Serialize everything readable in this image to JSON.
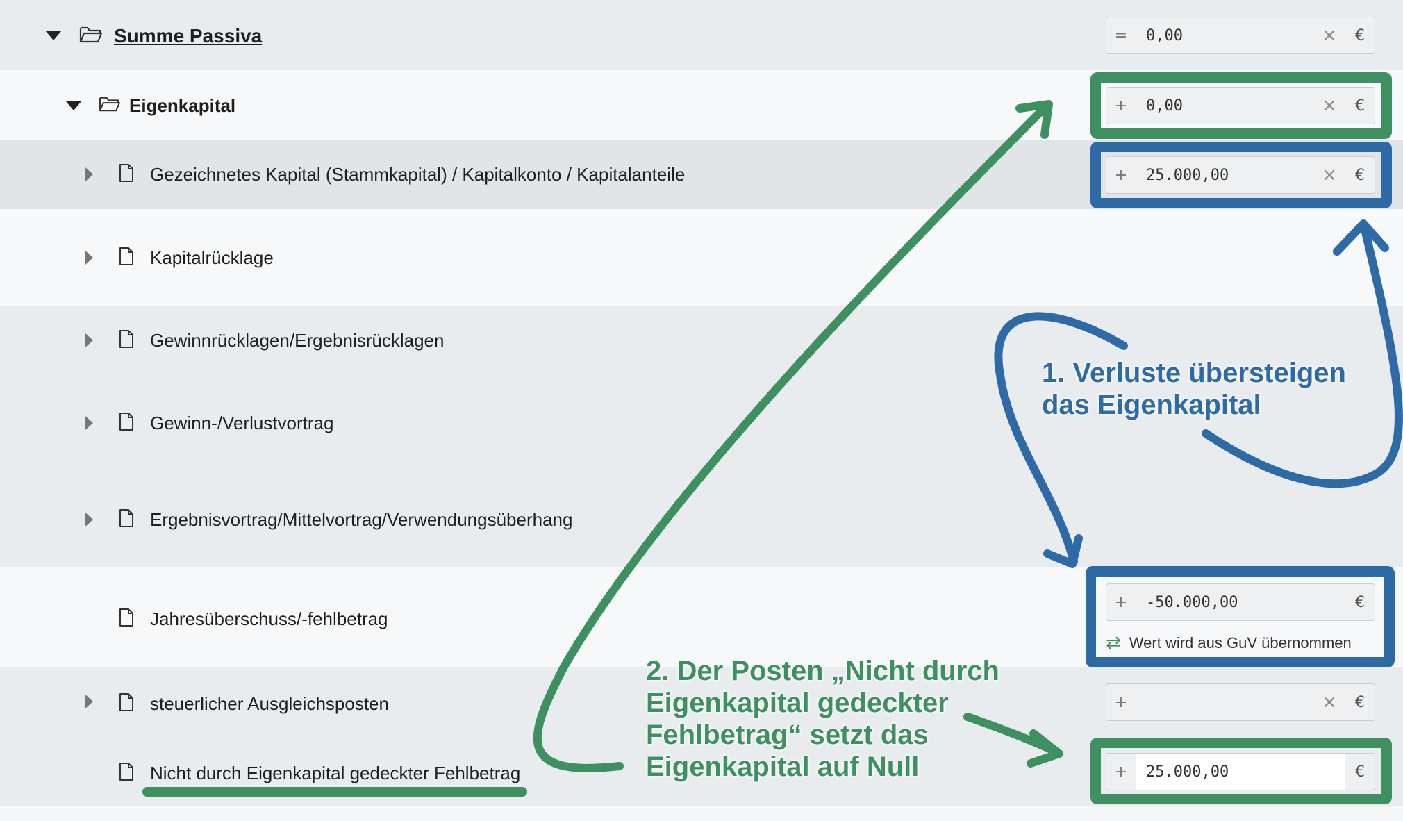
{
  "colors": {
    "green": "#3e9060",
    "blue": "#2e6aa6"
  },
  "tree": {
    "root": {
      "label": "Summe Passiva",
      "operator": "=",
      "value": "0,00",
      "currency": "€"
    },
    "eigenkapital": {
      "label": "Eigenkapital",
      "operator": "+",
      "value": "0,00",
      "currency": "€"
    },
    "items": [
      {
        "label": "Gezeichnetes Kapital (Stammkapital) / Kapitalkonto / Kapitalanteile",
        "operator": "+",
        "value": "25.000,00",
        "currency": "€"
      },
      {
        "label": "Kapitalrücklage"
      },
      {
        "label": "Gewinnrücklagen/Ergebnisrücklagen"
      },
      {
        "label": "Gewinn-/Verlustvortrag"
      },
      {
        "label": "Ergebnisvortrag/Mittelvortrag/Verwendungsüberhang"
      },
      {
        "label": "Jahresüberschuss/-fehlbetrag",
        "operator": "+",
        "value": "-50.000,00",
        "currency": "€",
        "hint": "Wert wird aus GuV übernommen"
      },
      {
        "label": "steuerlicher Ausgleichsposten",
        "operator": "+",
        "value": "",
        "currency": "€"
      },
      {
        "label": "Nicht durch Eigenkapital gedeckter Fehlbetrag",
        "operator": "+",
        "value": "25.000,00",
        "currency": "€"
      }
    ]
  },
  "annotations": {
    "note1": [
      "1. Verluste übersteigen",
      "das Eigenkapital"
    ],
    "note2": [
      "2. Der Posten „Nicht durch",
      "Eigenkapital gedeckter",
      "Fehlbetrag“ setzt das",
      "Eigenkapital auf Null"
    ]
  },
  "icons": {
    "clear": "×",
    "sync": "⇄",
    "folder": "folder-open-icon",
    "file": "file-icon"
  }
}
